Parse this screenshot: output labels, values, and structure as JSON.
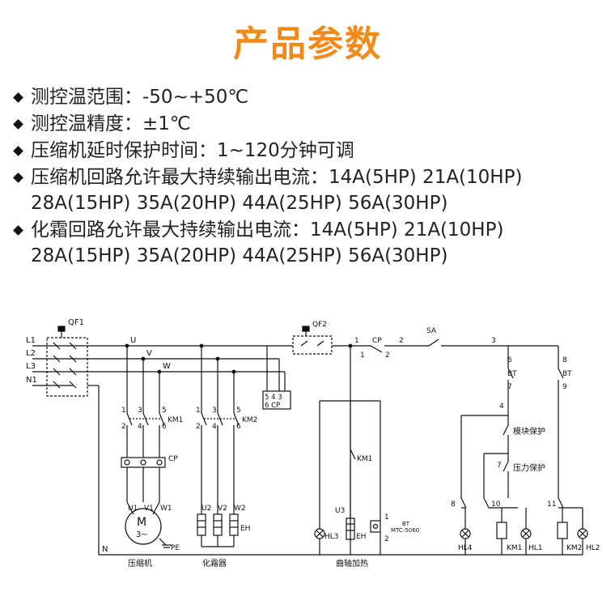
{
  "header": {
    "title": "产品参数"
  },
  "params": [
    {
      "text": "测控温范围：-50~+50℃",
      "cont": ""
    },
    {
      "text": "测控温精度：±1℃",
      "cont": ""
    },
    {
      "text": "压缩机延时保护时间：1~120分钟可调",
      "cont": ""
    },
    {
      "text": "压缩机回路允许最大持续输出电流：14A(5HP) 21A(10HP)",
      "cont": "28A(15HP) 35A(20HP) 44A(25HP) 56A(30HP)"
    },
    {
      "text": "化霜回路允许最大持续输出电流：14A(5HP) 21A(10HP)",
      "cont": "28A(15HP) 35A(20HP) 44A(25HP) 56A(30HP)"
    }
  ],
  "diagram": {
    "lines": {
      "l1": "L1",
      "l2": "L2",
      "l3": "L3",
      "n1": "N1",
      "n": "N"
    },
    "phases": {
      "u": "U",
      "v": "V",
      "w": "W"
    },
    "breakers": {
      "qf1": "QF1",
      "qf2": "QF2"
    },
    "km1": {
      "label": "KM1",
      "top": [
        "1",
        "3",
        "5"
      ],
      "bottom": [
        "2",
        "4",
        "6"
      ],
      "motor_terminals": [
        "U1",
        "V1",
        "W1"
      ]
    },
    "km2": {
      "label": "KM2",
      "top": [
        "1",
        "3",
        "5"
      ],
      "bottom": [
        "2",
        "4",
        "6"
      ],
      "heater_terminals": [
        "U2",
        "V2",
        "W2"
      ],
      "heater_label": "EH"
    },
    "cp_block": {
      "label": "CP",
      "terms_top": "5 4 3",
      "terms_bottom": "6  CP"
    },
    "cp_overload": "CP",
    "motor": {
      "symbol": "M",
      "sub": "3~",
      "pe": "PE"
    },
    "control": {
      "n1": "1",
      "cp": "CP",
      "n1b": "1",
      "n2": "2",
      "n2b": "2",
      "sa": "SA",
      "n3": "3",
      "n6": "6",
      "bt6": "BT",
      "n7": "7",
      "n8": "8",
      "bt8": "BT",
      "n9": "9",
      "n4": "4",
      "module": "模块保护",
      "n7b": "7",
      "pressure": "压力保护",
      "n8b": "8",
      "n10": "10",
      "n11": "11",
      "hl4": "HL4",
      "km1": "KM1",
      "hl1": "HL1",
      "km2": "KM2",
      "hl2": "HL2",
      "km1_contact": "KM1",
      "u3": "U3",
      "eh": "EH",
      "hl3": "HL3",
      "bt_label": "BT",
      "bt_model": "MTC-5060",
      "bt1": "1",
      "bt2": "2"
    },
    "captions": {
      "compressor": "压缩机",
      "defrost": "化霜器",
      "crank_heat": "曲轴加热"
    }
  }
}
